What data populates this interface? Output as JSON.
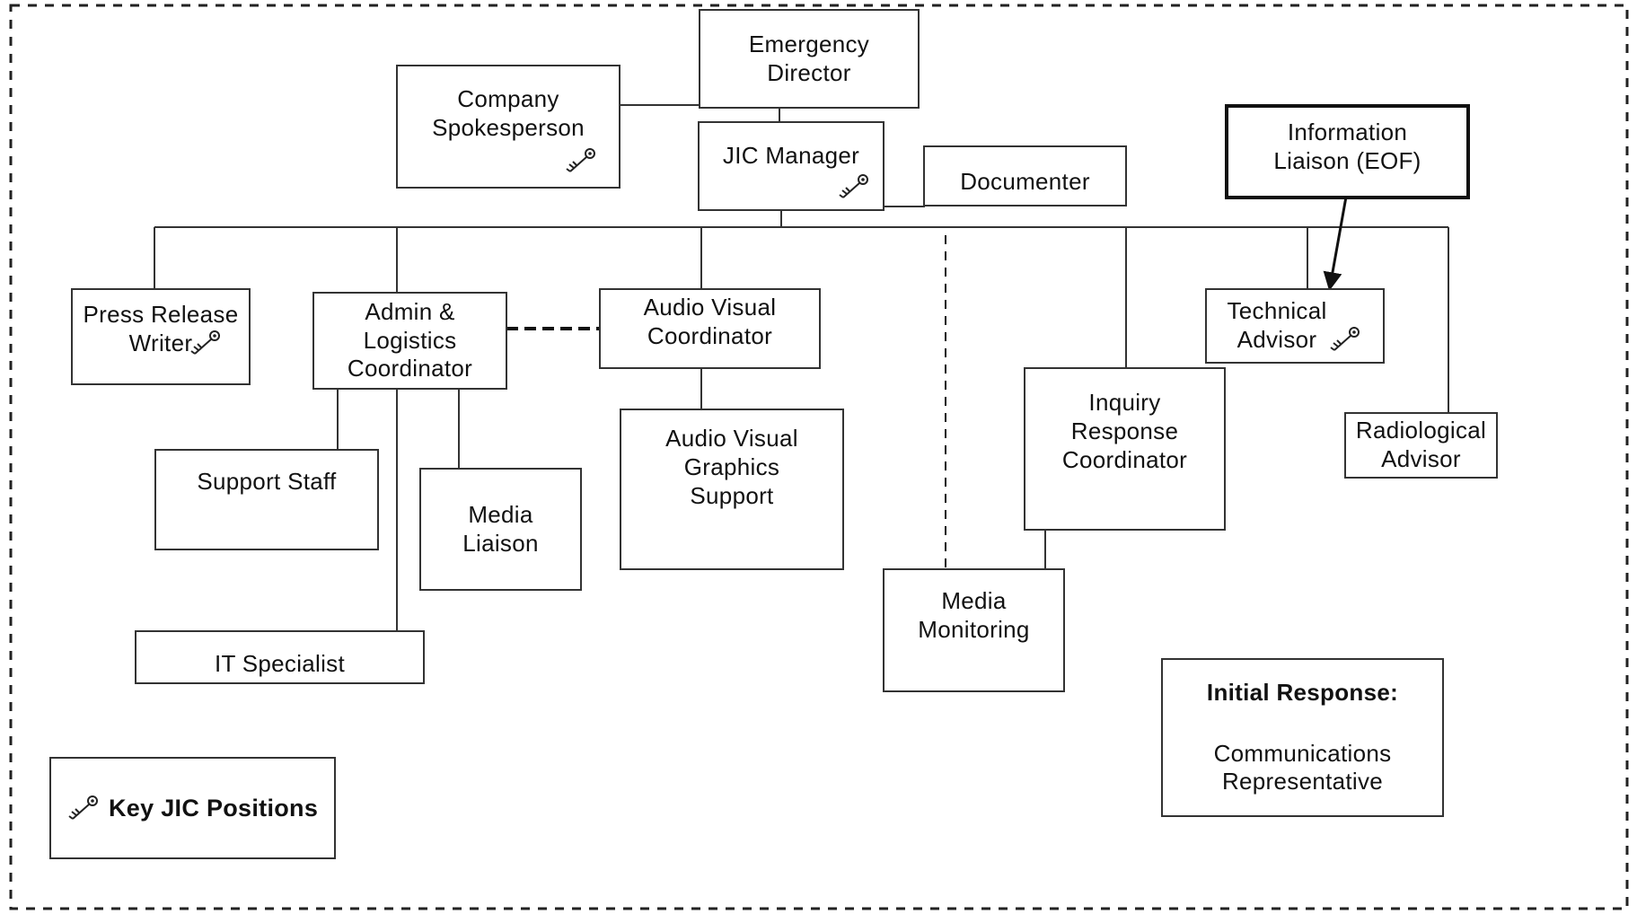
{
  "nodes": {
    "emergency_director": "Emergency\nDirector",
    "company_spokesperson": "Company\nSpokesperson",
    "jic_manager": "JIC Manager",
    "documenter": "Documenter",
    "information_liaison": "Information\nLiaison (EOF)",
    "press_release_writer": "Press Release\nWriter",
    "admin_logistics": "Admin &\nLogistics\nCoordinator",
    "audio_visual_coordinator": "Audio Visual\nCoordinator",
    "technical_advisor": "Technical\nAdvisor",
    "support_staff": "Support Staff",
    "media_liaison": "Media\nLiaison",
    "av_graphics_support": "Audio Visual\nGraphics\nSupport",
    "inquiry_response": "Inquiry\nResponse\nCoordinator",
    "radiological_advisor": "Radiological\nAdvisor",
    "it_specialist": "IT Specialist",
    "media_monitoring": "Media\nMonitoring"
  },
  "legend": {
    "label": "Key JIC Positions",
    "icon": "key-icon"
  },
  "initial_response": {
    "title": "Initial Response:",
    "role": "Communications\nRepresentative"
  }
}
